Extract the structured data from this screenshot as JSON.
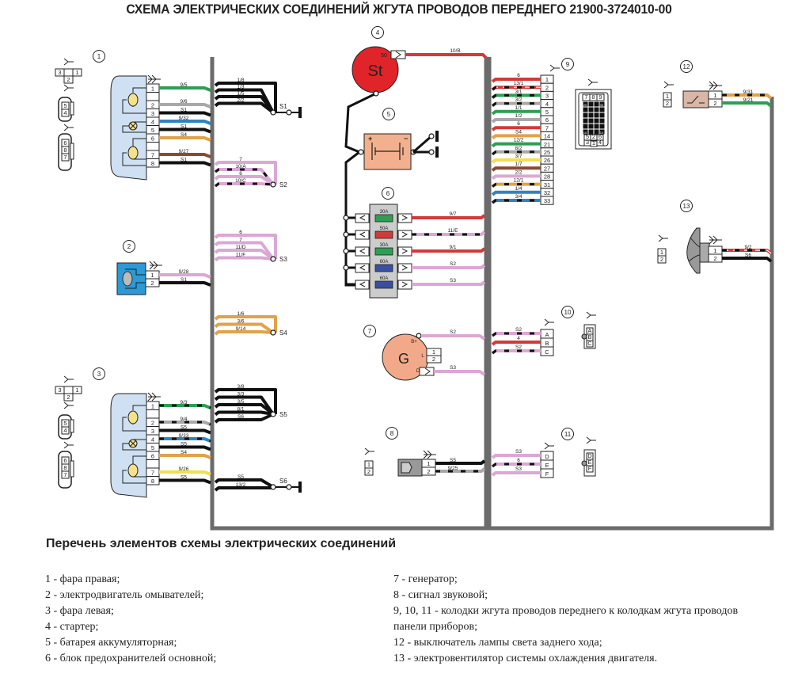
{
  "title": "СХЕМА ЭЛЕКТРИЧЕСКИХ СОЕДИНЕНИЙ ЖГУТА ПРОВОДОВ ПЕРЕДНЕГО  21900-3724010-00",
  "colors": {
    "harness": "#6b6b6b",
    "black": "#111111",
    "green": "#2e9e55",
    "gray": "#a8a8a8",
    "blue": "#2f84c0",
    "orange": "#e0a24a",
    "brown": "#8a4a32",
    "pink": "#dba7d4",
    "red": "#d23a3a",
    "yellow": "#f0e050",
    "headlamp_body": "#cfe0f2",
    "motor_body": "#2b9ad6",
    "starter": "#e0242a",
    "battery": "#f2b08f",
    "generator": "#f2a98a",
    "fuse_box": "#cccccc",
    "switch_body": "#d9b6a6"
  },
  "components": [
    {
      "id": "1",
      "name": "фара правая"
    },
    {
      "id": "2",
      "name": "электродвигатель омывателей"
    },
    {
      "id": "3",
      "name": "фара левая"
    },
    {
      "id": "4",
      "name": "стартер",
      "symbol": "St",
      "terminal": "50"
    },
    {
      "id": "5",
      "name": "батарея аккумуляторная",
      "plus": "+",
      "minus": "−"
    },
    {
      "id": "6",
      "name": "блок предохранителей основной",
      "fuses": [
        "30A",
        "50A",
        "30A",
        "60A",
        "60A"
      ]
    },
    {
      "id": "7",
      "name": "генератор",
      "symbol": "G",
      "terminals": [
        "B+",
        "L",
        "D"
      ],
      "pins": [
        "1",
        "2"
      ]
    },
    {
      "id": "8",
      "name": "сигнал звуковой"
    },
    {
      "id": "9",
      "name": "колодка жгута"
    },
    {
      "id": "10",
      "name": "колодка жгута"
    },
    {
      "id": "11",
      "name": "колодка жгута"
    },
    {
      "id": "12",
      "name": "выключатель лампы света заднего хода"
    },
    {
      "id": "13",
      "name": "электровентилятор системы охлаждения двигателя"
    }
  ],
  "headlamp_right": {
    "pins": [
      "1",
      "",
      "2",
      "3",
      "4",
      "5",
      "6",
      "",
      "7",
      "8"
    ],
    "wires": [
      {
        "pin": "1",
        "label": "9/5",
        "color": "green",
        "dashed": false
      },
      {
        "pin": "2",
        "label": "9/6",
        "color": "gray",
        "dashed": false
      },
      {
        "pin": "3",
        "label": "S1",
        "color": "black",
        "dashed": false
      },
      {
        "pin": "4",
        "label": "9/32",
        "color": "blue",
        "dashed": false
      },
      {
        "pin": "5",
        "label": "S1",
        "color": "black",
        "dashed": false
      },
      {
        "pin": "6",
        "label": "S4",
        "color": "orange",
        "dashed": false
      },
      {
        "pin": "7",
        "label": "9/27",
        "color": "brown",
        "dashed": false
      },
      {
        "pin": "8",
        "label": "S1",
        "color": "black",
        "dashed": false
      }
    ],
    "connector_views": {
      "top": [
        "3",
        "1",
        "2"
      ],
      "mid": [
        "5",
        "4"
      ],
      "bottom": [
        "6",
        "8",
        "7"
      ]
    }
  },
  "headlamp_left": {
    "pins": [
      "1",
      "",
      "2",
      "3",
      "4",
      "5",
      "6",
      "",
      "7",
      "8"
    ],
    "wires": [
      {
        "pin": "1",
        "label": "9/3",
        "color": "green",
        "dashed": true
      },
      {
        "pin": "2",
        "label": "9/4",
        "color": "gray",
        "dashed": true
      },
      {
        "pin": "3",
        "label": "S5",
        "color": "black",
        "dashed": false
      },
      {
        "pin": "4",
        "label": "9/33",
        "color": "blue",
        "dashed": true
      },
      {
        "pin": "5",
        "label": "S5",
        "color": "black",
        "dashed": false
      },
      {
        "pin": "6",
        "label": "S4",
        "color": "orange",
        "dashed": false
      },
      {
        "pin": "7",
        "label": "9/26",
        "color": "yellow",
        "dashed": false
      },
      {
        "pin": "8",
        "label": "S5",
        "color": "black",
        "dashed": false
      }
    ],
    "connector_views": {
      "top": [
        "3",
        "1",
        "2"
      ],
      "mid": [
        "5",
        "4"
      ],
      "bottom": [
        "6",
        "8",
        "7"
      ]
    }
  },
  "washer_motor": {
    "wires": [
      {
        "pin": "1",
        "label": "9/28",
        "color": "pink",
        "dashed": false
      },
      {
        "pin": "2",
        "label": "S1",
        "color": "black",
        "dashed": false
      }
    ]
  },
  "splices": [
    {
      "name": "S1",
      "color": "black",
      "wires": [
        {
          "label": "1/8",
          "dashed": false
        },
        {
          "label": "1/3",
          "dashed": false
        },
        {
          "label": "1/5",
          "dashed": false
        },
        {
          "label": "2/2",
          "dashed": false
        }
      ],
      "ground": true
    },
    {
      "name": "S2",
      "color": "pink",
      "wires": [
        {
          "label": "7",
          "dashed": false
        },
        {
          "label": "10/A",
          "dashed": true
        },
        {
          "label": "6",
          "dashed": false
        },
        {
          "label": "10/C",
          "dashed": true
        }
      ],
      "ground": false
    },
    {
      "name": "S3",
      "color": "pink",
      "wires": [
        {
          "label": "6",
          "dashed": false
        },
        {
          "label": "7",
          "dashed": false
        },
        {
          "label": "11/D",
          "dashed": false
        },
        {
          "label": "11/F",
          "dashed": false
        }
      ],
      "ground": false
    },
    {
      "name": "S4",
      "color": "orange",
      "wires": [
        {
          "label": "1/6",
          "dashed": false
        },
        {
          "label": "3/6",
          "dashed": false
        },
        {
          "label": "9/14",
          "dashed": false
        }
      ],
      "ground": false
    },
    {
      "name": "S5",
      "color": "black",
      "wires": [
        {
          "label": "3/8",
          "dashed": false
        },
        {
          "label": "3/3",
          "dashed": false
        },
        {
          "label": "3/5",
          "dashed": false
        },
        {
          "label": "8/1",
          "dashed": false
        },
        {
          "label": "S6",
          "dashed": false
        }
      ],
      "ground": false
    },
    {
      "name": "S6",
      "color": "black",
      "wires": [
        {
          "label": "S5",
          "dashed": false
        },
        {
          "label": "13/2",
          "dashed": false
        }
      ],
      "ground": true
    }
  ],
  "starter_wire": {
    "label": "10/B",
    "color": "red"
  },
  "fuse_wires": [
    {
      "label": "9/7",
      "color": "red",
      "dashed": false
    },
    {
      "label": "11/E",
      "color": "pink",
      "dashed": true
    },
    {
      "label": "9/1",
      "color": "red",
      "dashed": false
    },
    {
      "label": "S2",
      "color": "pink",
      "dashed": false
    },
    {
      "label": "S3",
      "color": "pink",
      "dashed": false
    }
  ],
  "generator_wires": [
    {
      "label": "S2",
      "color": "pink"
    },
    {
      "label": "S3",
      "color": "pink"
    }
  ],
  "connector9": {
    "rows": [
      {
        "pin": "1",
        "label": "6",
        "color": "red",
        "dashed": false
      },
      {
        "pin": "2",
        "label": "13/1",
        "color": "red",
        "dashed": true,
        "white_stripe": true
      },
      {
        "pin": "3",
        "label": "3/1",
        "color": "green",
        "dashed": true
      },
      {
        "pin": "4",
        "label": "3/2",
        "color": "gray",
        "dashed": true
      },
      {
        "pin": "5",
        "label": "1/1",
        "color": "green",
        "dashed": false
      },
      {
        "pin": "6",
        "label": "1/2",
        "color": "gray",
        "dashed": false
      },
      {
        "pin": "7",
        "label": "6",
        "color": "red",
        "dashed": false
      },
      {
        "pin": "14",
        "label": "S4",
        "color": "orange",
        "dashed": false
      },
      {
        "pin": "21",
        "label": "12/2",
        "color": "green",
        "dashed": false
      },
      {
        "pin": "25",
        "label": "8/2",
        "color": "gray",
        "dashed": true
      },
      {
        "pin": "26",
        "label": "3/7",
        "color": "yellow",
        "dashed": false
      },
      {
        "pin": "27",
        "label": "1/7",
        "color": "brown",
        "dashed": false
      },
      {
        "pin": "28",
        "label": "2/2",
        "color": "pink",
        "dashed": false
      },
      {
        "pin": "31",
        "label": "12/1",
        "color": "orange",
        "dashed": true
      },
      {
        "pin": "32",
        "label": "1/4",
        "color": "blue",
        "dashed": false
      },
      {
        "pin": "33",
        "label": "3/4",
        "color": "blue",
        "dashed": true
      }
    ],
    "face_top": [
      "7",
      "8",
      "9"
    ],
    "face_side_top": [
      "20",
      "33"
    ],
    "face_side_bottom": [
      "10",
      "13"
    ],
    "face_bottom": [
      "5",
      "2",
      "6",
      "3",
      "1",
      "4"
    ]
  },
  "connector10": {
    "rows": [
      {
        "pin": "A",
        "label": "S2",
        "color": "pink",
        "dashed": true
      },
      {
        "pin": "B",
        "label": "4",
        "color": "red",
        "dashed": false
      },
      {
        "pin": "C",
        "label": "S2",
        "color": "pink",
        "dashed": true
      }
    ]
  },
  "connector11": {
    "rows": [
      {
        "pin": "D",
        "label": "S3",
        "color": "pink",
        "dashed": false
      },
      {
        "pin": "E",
        "label": "6",
        "color": "pink",
        "dashed": true
      },
      {
        "pin": "F",
        "label": "S3",
        "color": "pink",
        "dashed": false
      }
    ]
  },
  "horn": {
    "wires": [
      {
        "pin": "1",
        "label": "S5",
        "color": "black",
        "dashed": false
      },
      {
        "pin": "2",
        "label": "9/25",
        "color": "gray",
        "dashed": true
      }
    ]
  },
  "reverse_switch": {
    "wires": [
      {
        "pin": "1",
        "label": "9/31",
        "color": "orange",
        "dashed": true
      },
      {
        "pin": "2",
        "label": "9/21",
        "color": "green",
        "dashed": false
      }
    ]
  },
  "fan": {
    "wires": [
      {
        "pin": "1",
        "label": "9/2",
        "color": "red",
        "dashed": true,
        "white_stripe": true
      },
      {
        "pin": "2",
        "label": "S6",
        "color": "black",
        "dashed": false
      }
    ]
  },
  "legend": {
    "title": "Перечень элементов схемы электрических соединений",
    "left": [
      "1 - фара правая;",
      "2 - электродвигатель омывателей;",
      "3 - фара левая;",
      "4 - стартер;",
      "5 - батарея аккумуляторная;",
      "6 - блок предохранителей основной;"
    ],
    "right": [
      "7 - генератор;",
      "8 - сигнал звуковой;",
      "9, 10, 11 - колодки жгута проводов переднего к колодкам жгута проводов панели приборов;",
      "12 - выключатель лампы света заднего хода;",
      "13 - электровентилятор системы охлаждения двигателя."
    ]
  }
}
